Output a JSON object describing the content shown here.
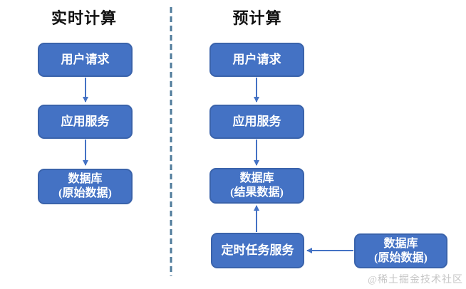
{
  "diagram": {
    "left_column": {
      "title": "实时计算",
      "nodes": [
        {
          "label": "用户请求"
        },
        {
          "label": "应用服务"
        },
        {
          "label": "数据库",
          "sublabel": "(原始数据)"
        }
      ]
    },
    "right_column": {
      "title": "预计算",
      "nodes": [
        {
          "label": "用户请求"
        },
        {
          "label": "应用服务"
        },
        {
          "label": "数据库",
          "sublabel": "(结果数据)"
        },
        {
          "label": "定时任务服务"
        },
        {
          "label": "数据库",
          "sublabel": "(原始数据)"
        }
      ]
    },
    "edges": [
      "实时计算: 用户请求 → 应用服务",
      "实时计算: 应用服务 → 数据库(原始数据)",
      "预计算: 用户请求 → 应用服务",
      "预计算: 应用服务 → 数据库(结果数据)",
      "预计算: 定时任务服务 → 数据库(结果数据)",
      "预计算: 数据库(原始数据) → 定时任务服务"
    ],
    "colors": {
      "node_fill": "#4472C4",
      "node_border": "#3a63ab",
      "node_text": "#ffffff",
      "arrow": "#4472C4",
      "divider": "#4f7b9b",
      "title_text": "#111111",
      "watermark_text": "#c6c6c6"
    },
    "watermark": "@稀土掘金技术社区"
  }
}
